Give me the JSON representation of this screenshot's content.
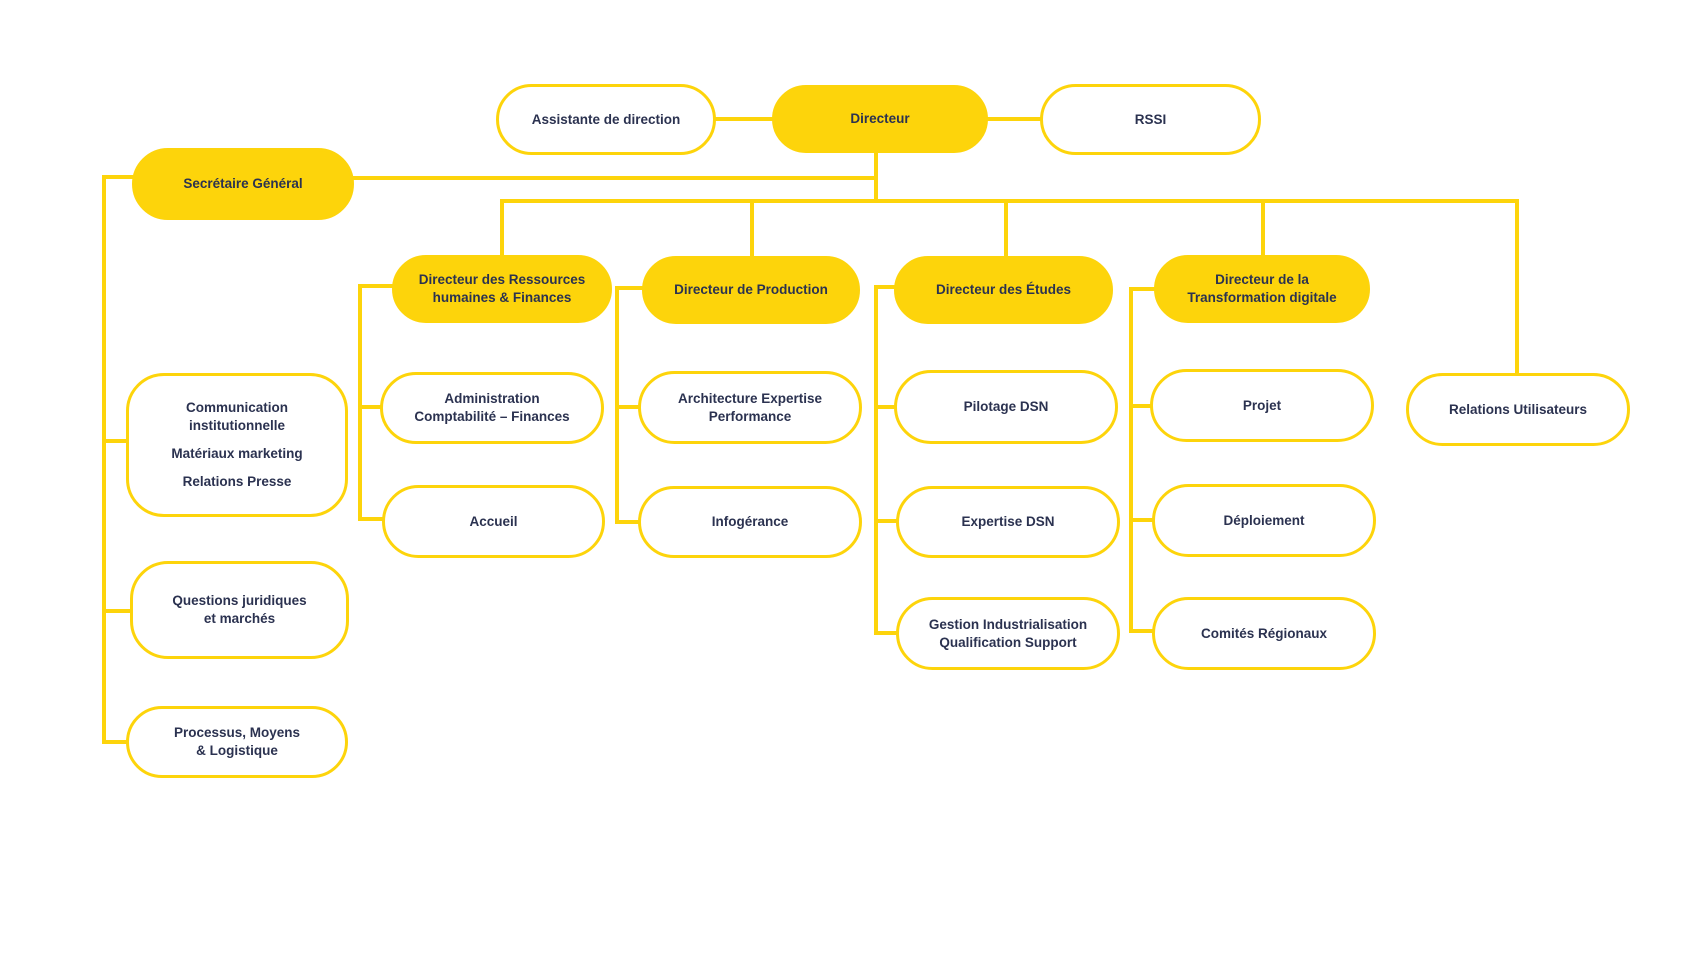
{
  "colors": {
    "accent": "#FDD40B",
    "text": "#2B3250",
    "background": "#ffffff"
  },
  "top": {
    "assistant": "Assistante de direction",
    "director": "Directeur",
    "rssi": "RSSI"
  },
  "secretary": {
    "title": "Secrétaire Général",
    "communication": [
      "Communication",
      "institutionnelle",
      "Matériaux marketing",
      "Relations Presse"
    ],
    "legal": [
      "Questions juridiques",
      "et marchés"
    ],
    "process": [
      "Processus,  Moyens",
      "& Logistique"
    ]
  },
  "rh": {
    "title": [
      "Directeur des Ressources",
      "humaines & Finances"
    ],
    "admin": [
      "Administration",
      "Comptabilité – Finances"
    ],
    "accueil": "Accueil"
  },
  "production": {
    "title": "Directeur de Production",
    "architecture": [
      "Architecture Expertise",
      "Performance"
    ],
    "infogerance": "Infogérance"
  },
  "etudes": {
    "title": "Directeur des Études",
    "pilotage": "Pilotage DSN",
    "expertise": "Expertise DSN",
    "gestion": [
      "Gestion Industrialisation",
      "Qualification Support"
    ]
  },
  "transformation": {
    "title": [
      "Directeur de la",
      "Transformation digitale"
    ],
    "projet": "Projet",
    "deploiement": "Déploiement",
    "comites": "Comités Régionaux"
  },
  "relations": "Relations Utilisateurs"
}
